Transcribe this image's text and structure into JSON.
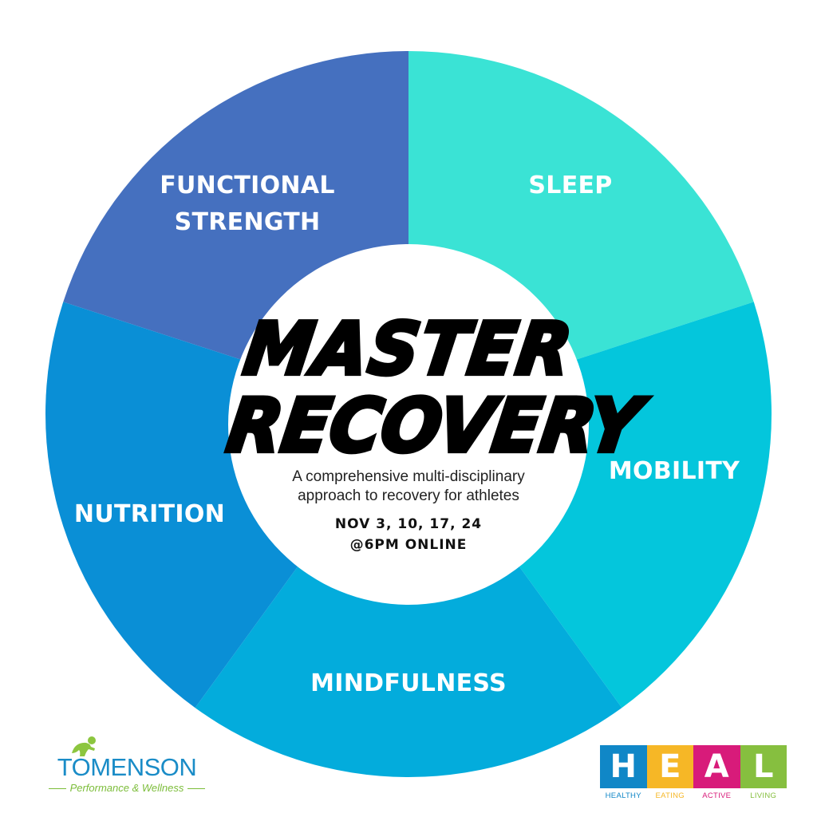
{
  "segments": [
    {
      "label_lines": [
        "FUNCTIONAL",
        "STRENGTH"
      ],
      "color": "#4570bf",
      "name": "functional-strength"
    },
    {
      "label_lines": [
        "SLEEP"
      ],
      "color": "#3ae3d5",
      "name": "sleep"
    },
    {
      "label_lines": [
        "MOBILITY"
      ],
      "color": "#04c6dc",
      "name": "mobility"
    },
    {
      "label_lines": [
        "MINDFULNESS"
      ],
      "color": "#03acdc",
      "name": "mindfulness"
    },
    {
      "label_lines": [
        "NUTRITION"
      ],
      "color": "#0a8fd6",
      "name": "nutrition"
    }
  ],
  "center": {
    "title_line1": "MASTER",
    "title_line2": "RECOVERY",
    "subtitle_line1": "A comprehensive multi-disciplinary",
    "subtitle_line2": "approach to recovery for athletes",
    "dates_line1": "NOV 3, 10, 17, 24",
    "dates_line2": "@6PM ONLINE"
  },
  "logos": {
    "tomenson": {
      "name": "TOMENSON",
      "tagline": "Performance & Wellness",
      "color_primary": "#1a8cc7",
      "color_secondary": "#7cbd3a"
    },
    "heal": {
      "letters": [
        {
          "letter": "H",
          "caption": "HEALTHY",
          "color": "#1087c7"
        },
        {
          "letter": "E",
          "caption": "EATING",
          "color": "#f6b726"
        },
        {
          "letter": "A",
          "caption": "ACTIVE",
          "color": "#d81b7a"
        },
        {
          "letter": "L",
          "caption": "LIVING",
          "color": "#86bf3f"
        }
      ]
    }
  }
}
